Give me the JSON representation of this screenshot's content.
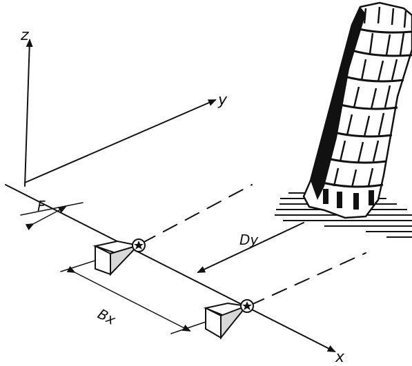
{
  "axes": {
    "z": "z",
    "y": "y",
    "x": "x"
  },
  "dimensions": {
    "focal": "F",
    "baseline": "Bx",
    "distance": "Dy"
  },
  "icons": [
    "camera-icon",
    "camera-icon",
    "leaning-tower-icon"
  ],
  "colors": {
    "ink": "#111111",
    "paper": "#ffffff"
  }
}
